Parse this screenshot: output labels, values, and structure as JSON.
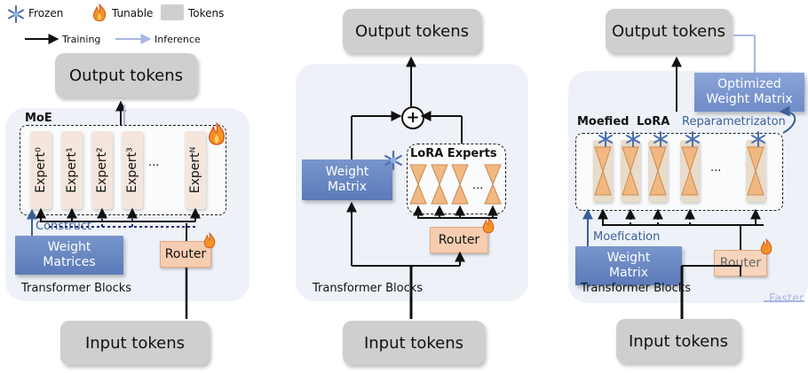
{
  "legend": {
    "frozen": "Frozen",
    "tunable": "Tunable",
    "tokens": "Tokens",
    "training": "Training",
    "inference": "Inference",
    "colors": {
      "tokens": "#cfcfcf",
      "inference_arrow": "#a9b6e6",
      "frozen_icon": "#4a6fb5",
      "tunable_icon": "#f29227"
    }
  },
  "panel1": {
    "output": "Output tokens",
    "moe_label": "MoE",
    "experts": [
      "Expert⁰",
      "Expert¹",
      "Expert²",
      "Expert³",
      "Expertᴺ"
    ],
    "ellipsis": "...",
    "construct": "Construct",
    "weight_line1": "Weight",
    "weight_line2": "Matrices",
    "router": "Router",
    "blocks": "Transformer Blocks",
    "input": "Input tokens"
  },
  "panel2": {
    "output": "Output tokens",
    "plus": "+",
    "weight_line1": "Weight",
    "weight_line2": "Matrix",
    "lora_experts": "LoRA Experts",
    "ellipsis": "...",
    "router": "Router",
    "blocks": "Transformer Blocks",
    "input": "Input tokens"
  },
  "panel3": {
    "output": "Output tokens",
    "optimized_line1": "Optimized",
    "optimized_line2": "Weight Matrix",
    "moefied": "Moefied",
    "lora": "LoRA",
    "reparam": "Reparametrizaton",
    "ellipsis": "...",
    "moefication": "Moefication",
    "weight_line1": "Weight",
    "weight_line2": "Matrix",
    "router": "Router",
    "blocks": "Transformer Blocks",
    "faster": "Faster",
    "input": "Input tokens"
  }
}
